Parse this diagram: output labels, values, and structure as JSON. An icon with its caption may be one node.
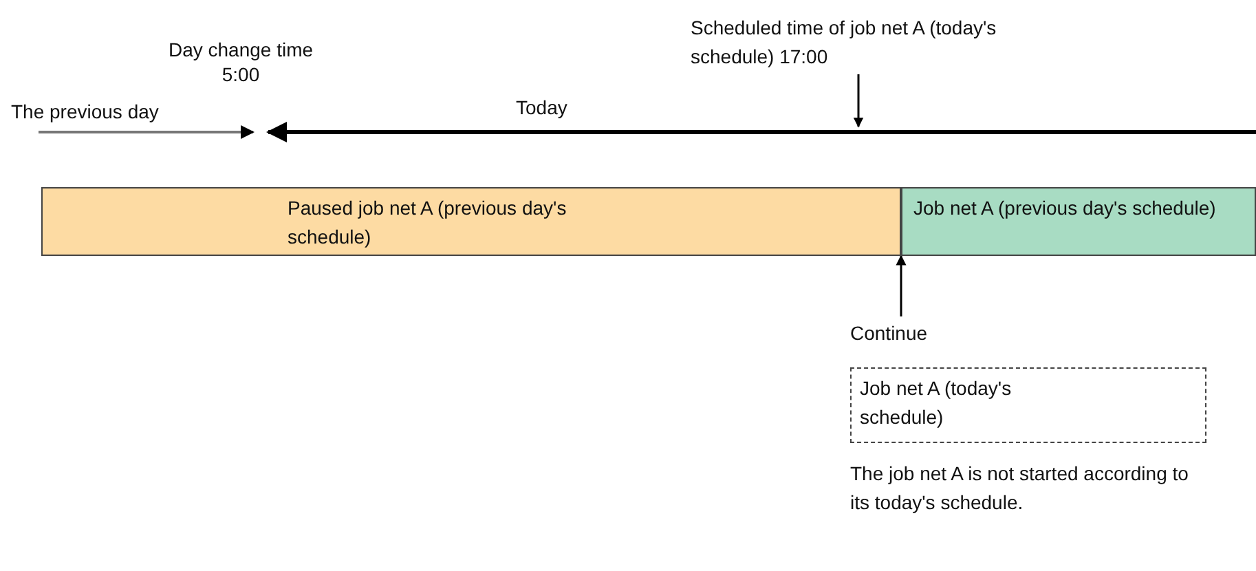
{
  "diagram": {
    "nodes": [
      {
        "text": [
          "Scheduled time of job net A (today's schedule) 17:00"
        ]
      },
      {
        "text": [
          "Paused job net A (previous day's schedule)"
        ]
      },
      {
        "text": [
          "Job net A (previous day's schedule)"
        ]
      },
      {
        "text": [
          "Continue"
        ]
      },
      {
        "text": [
          "Job net A (today's schedule)"
        ],
        "beside": [
          "The job net A is not started according to its today's schedule."
        ]
      }
    ],
    "edges": [
      {
        "from": 0,
        "to": null,
        "arrow": "to"
      },
      {
        "from": 3,
        "to": 2,
        "arrow": "to"
      }
    ],
    "labels": [
      "Day change time 5:00",
      "The previous day",
      "Today"
    ]
  }
}
